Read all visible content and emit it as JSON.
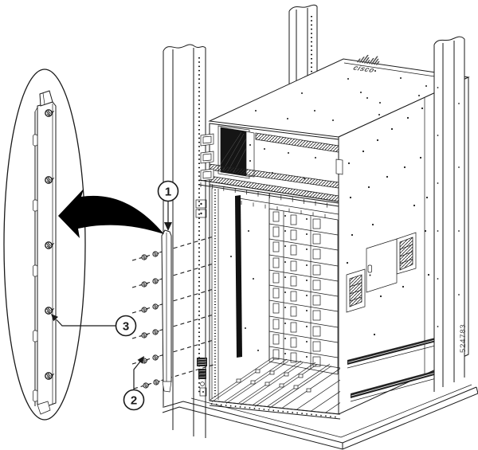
{
  "figure": {
    "kind": "hardware-installation-line-drawing",
    "part_number": "524783",
    "subject": "bracket installed on chassis front rack-mount flange inside equipment rack"
  },
  "callouts": {
    "c1": {
      "label": "1",
      "points_to": "vertical mounting bracket"
    },
    "c2": {
      "label": "2",
      "points_to": "mounting screws"
    },
    "c3": {
      "label": "3",
      "points_to": "screw on enlarged bracket detail"
    }
  },
  "chassis": {
    "logo_text": "cisco"
  },
  "counts": {
    "main_view_screws": 12,
    "screw_guide_lines": 6,
    "detail_view_screws": 5,
    "detail_flange_notches": 5,
    "rack_posts_visible": 3
  },
  "colors": {
    "line": "#1a1a1a",
    "background": "#ffffff",
    "arrow_fill": "#000000",
    "part_number_text": "#4a4a4a"
  }
}
